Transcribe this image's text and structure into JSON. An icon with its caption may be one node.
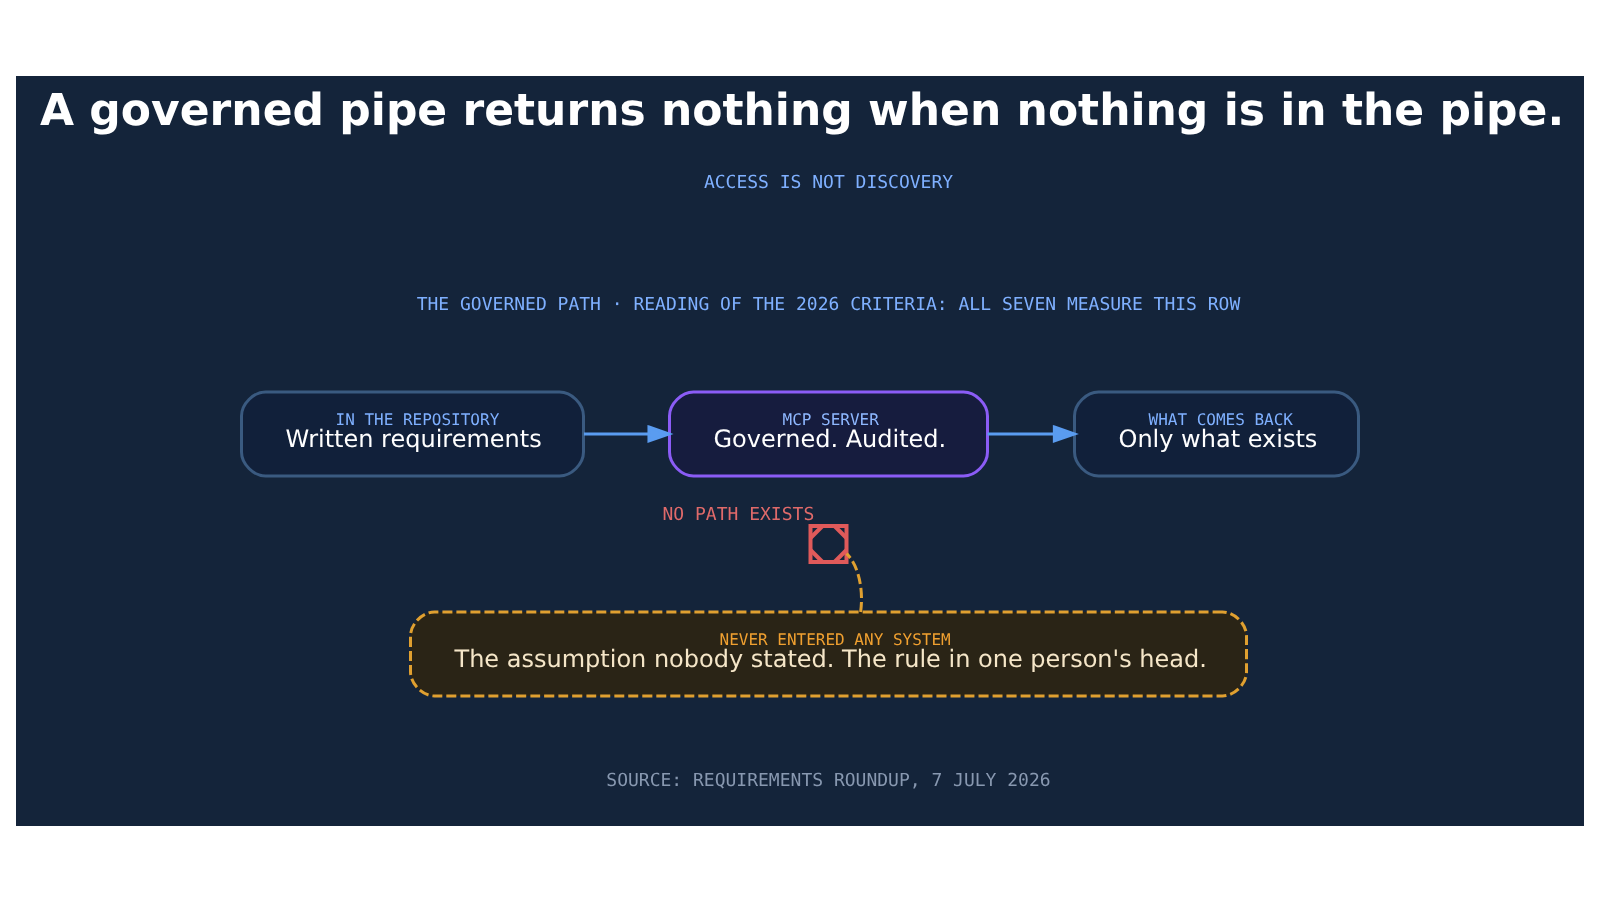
{
  "diagram": {
    "title": "A governed pipe returns nothing when nothing is in the pipe.",
    "nodes": [
      {
        "text": [
          "IN THE REPOSITORY",
          "Written requirements"
        ]
      },
      {
        "text": [
          "MCP SERVER",
          "Governed. Audited."
        ]
      },
      {
        "text": [
          "WHAT COMES BACK",
          "Only what exists"
        ]
      },
      {
        "text": [
          "NEVER ENTERED ANY SYSTEM",
          "The assumption nobody stated. The rule in one person's head."
        ]
      },
      {
        "text": [],
        "shape": "cross",
        "beside": [
          "NO PATH EXISTS"
        ]
      }
    ],
    "edges": [
      {
        "from": 0,
        "to": 1,
        "arrow": "to"
      },
      {
        "from": 1,
        "to": 2,
        "arrow": "to"
      },
      {
        "from": 3,
        "to": 4,
        "arrow": "none",
        "style": "dashed",
        "color": "#e0a030"
      }
    ],
    "labels": [
      "ACCESS IS NOT DISCOVERY",
      "THE GOVERNED PATH · READING OF THE 2026 CRITERIA: ALL SEVEN MEASURE THIS ROW",
      "SOURCE: REQUIREMENTS ROUNDUP, 7 JULY 2026"
    ]
  }
}
